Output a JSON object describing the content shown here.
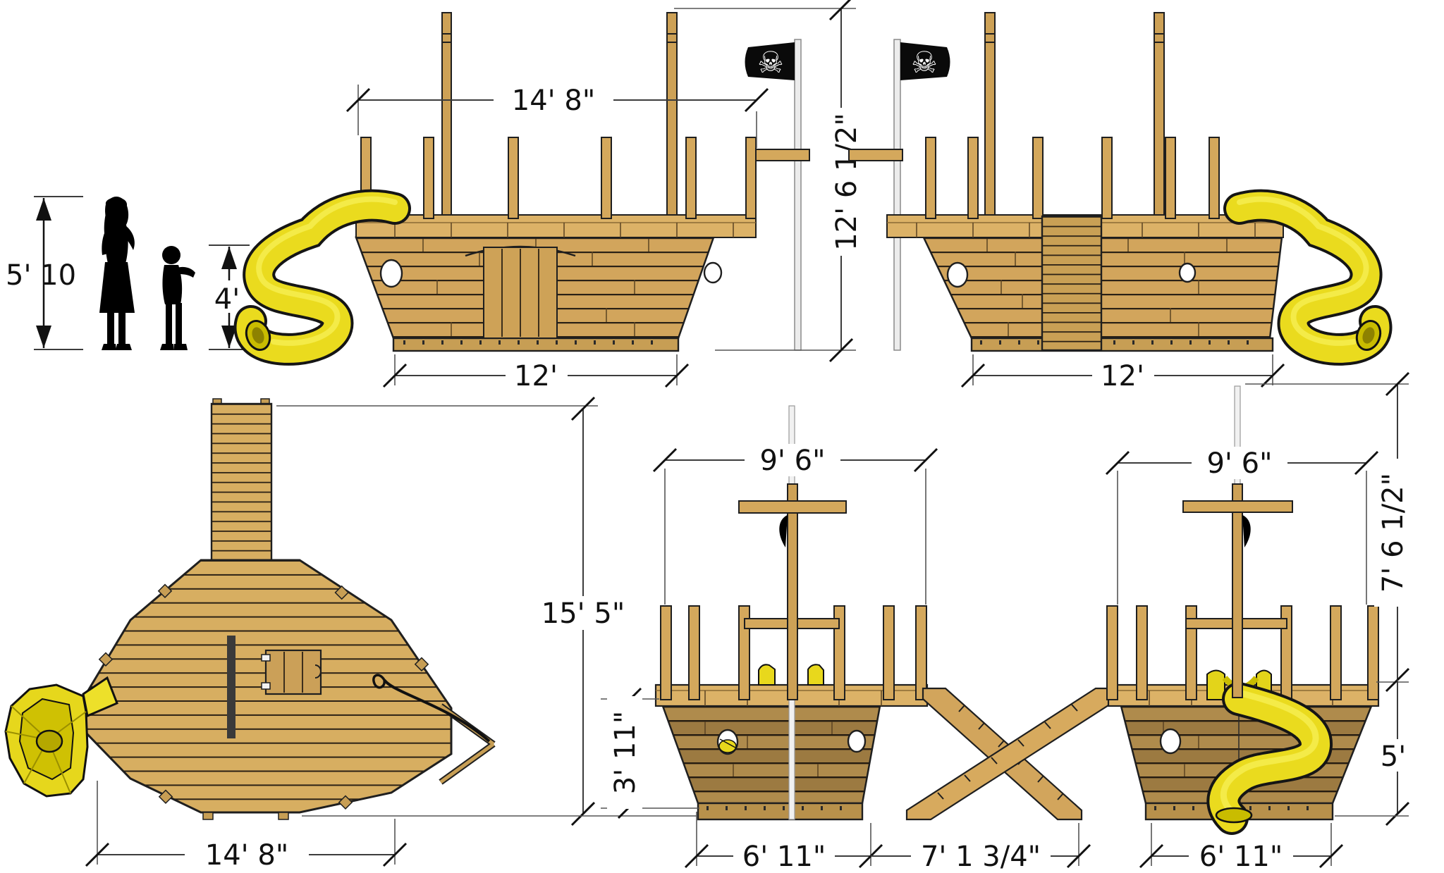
{
  "drawing": {
    "type": "dimensioned orthographic views of pirate ship playset",
    "views": [
      "side-port",
      "side-starboard",
      "top",
      "bow",
      "stern"
    ]
  },
  "scale_reference": {
    "adult": "5' 10",
    "child": "4'"
  },
  "side_view_port": {
    "width_top": "14' 8\"",
    "height_total": "12' 6 1/2\"",
    "width_base": "12'"
  },
  "side_view_starboard": {
    "width_base": "12'"
  },
  "top_view": {
    "length": "15' 5\"",
    "width": "14' 8\""
  },
  "bow_view": {
    "width_rail": "9' 6\"",
    "height_hull": "3' 11\"",
    "width_base": "6' 11\""
  },
  "gangplank": {
    "span": "7' 1 3/4\""
  },
  "stern_view": {
    "width_rail": "9' 6\"",
    "height_mast": "7' 6 1/2\"",
    "height_hull": "5'",
    "width_base": "6' 11\""
  },
  "flag": {
    "name": "jolly-roger",
    "glyph": "☠"
  },
  "colors": {
    "wood_light": "#DCB267",
    "wood_mid": "#D2A55C",
    "wood_dark": "#9C7A41",
    "hull_shaded": "#AF8B4C",
    "outline": "#1F1F1F",
    "slide_yellow": "#EADB1E",
    "slide_shadow": "#C9BC00",
    "flag_black": "#0A0A0A",
    "pole_white": "#ECECEC",
    "dimension_line": "#3C3C3C",
    "text": "#111111",
    "background": "#FFFFFF"
  }
}
